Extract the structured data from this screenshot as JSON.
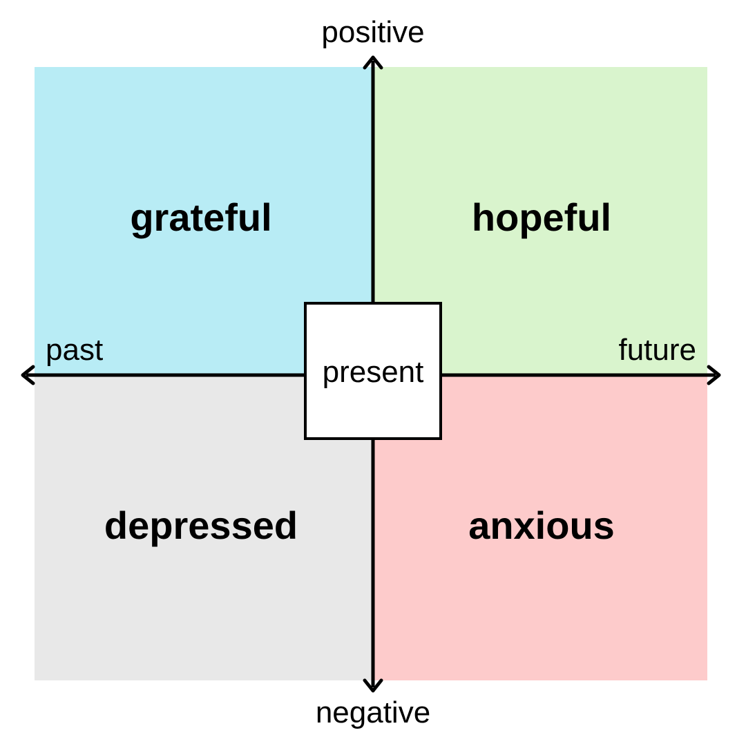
{
  "axes": {
    "top": "positive",
    "bottom": "negative",
    "left": "past",
    "right": "future"
  },
  "center": {
    "label": "present"
  },
  "quadrants": {
    "top_left": {
      "label": "grateful",
      "color": "#b8ecf5"
    },
    "top_right": {
      "label": "hopeful",
      "color": "#d9f4cd"
    },
    "bottom_left": {
      "label": "depressed",
      "color": "#e8e8e8"
    },
    "bottom_right": {
      "label": "anxious",
      "color": "#fdcbcb"
    }
  },
  "colors": {
    "axis": "#000000",
    "center_fill": "#ffffff"
  }
}
